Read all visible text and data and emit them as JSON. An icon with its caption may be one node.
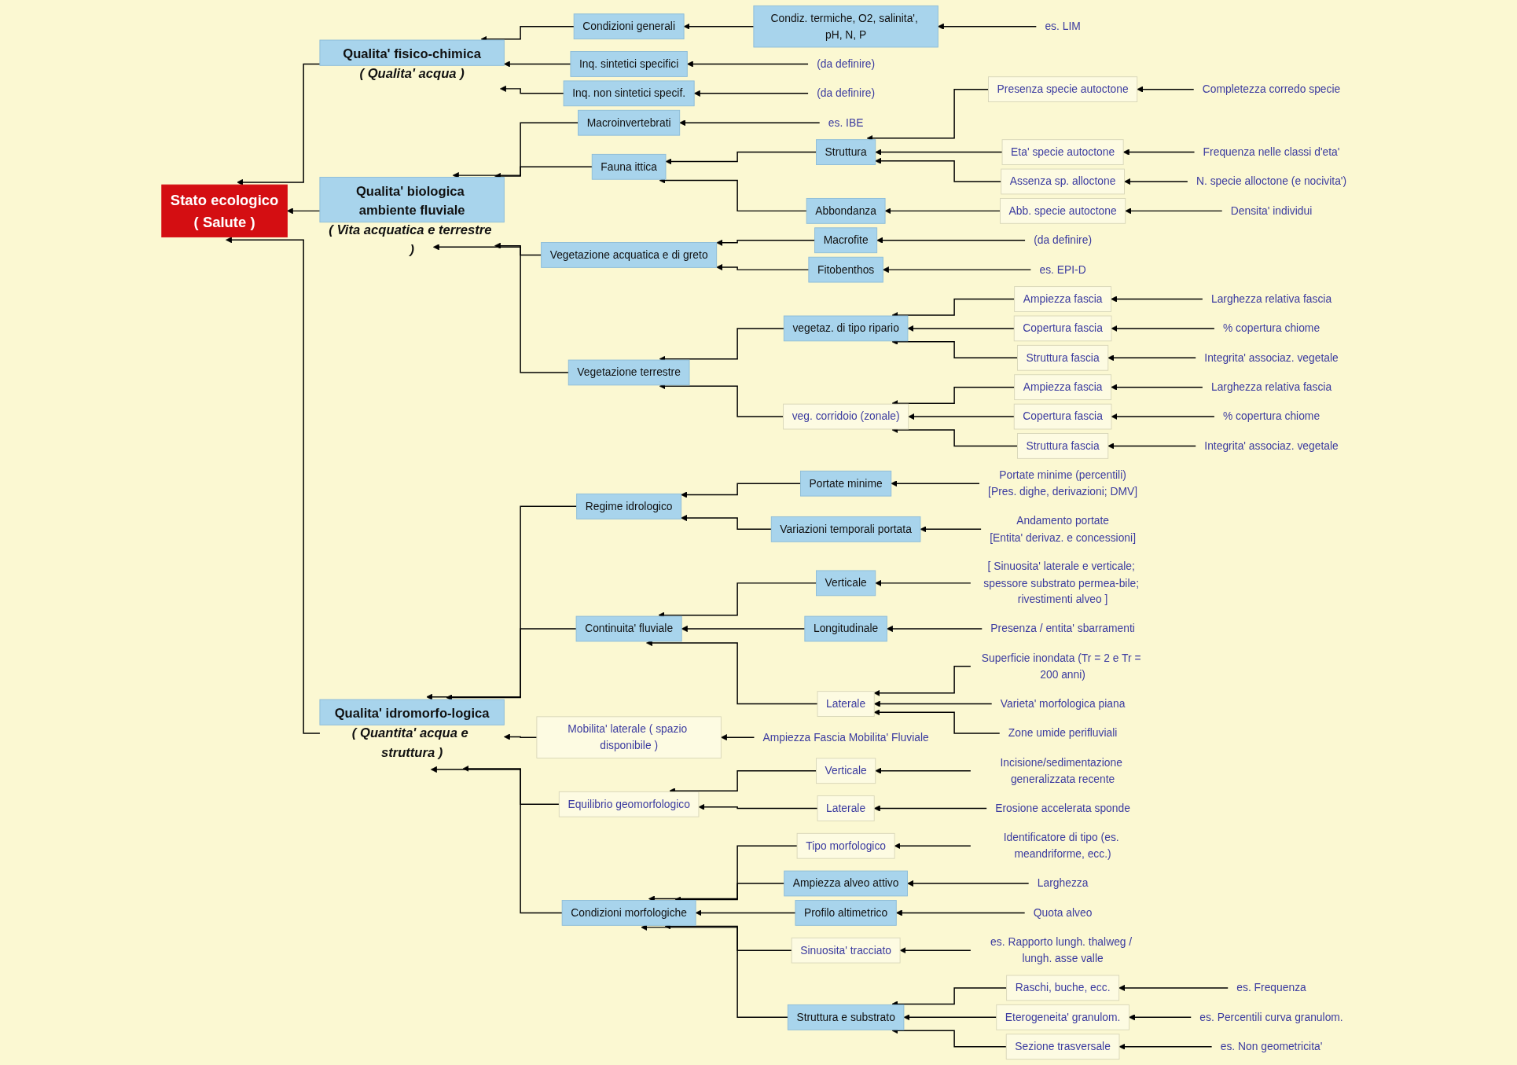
{
  "diagram": {
    "nodes": [
      {
        "text": [
          "Stato ecologico",
          "( Salute )"
        ]
      },
      {
        "text": [
          "Qualita' fisico-chimica"
        ],
        "beside": [
          "( Qualita' acqua )"
        ]
      },
      {
        "text": [
          "Condizioni generali"
        ]
      },
      {
        "text": [
          "Inq. sintetici specifici"
        ]
      },
      {
        "text": [
          "Inq. non sintetici specif."
        ]
      },
      {
        "text": [
          "Condiz. termiche, O2, salinita', pH, N, P"
        ]
      },
      {
        "text": [
          "es. LIM"
        ]
      },
      {
        "text": [
          "(da definire)"
        ]
      },
      {
        "text": [
          "(da definire)"
        ]
      },
      {
        "text": [
          "Qualita' biologica ambiente fluviale"
        ],
        "beside": [
          "( Vita acquatica e terrestre )"
        ]
      },
      {
        "text": [
          "Macroinvertebrati"
        ]
      },
      {
        "text": [
          "es. IBE"
        ]
      },
      {
        "text": [
          "Fauna ittica"
        ]
      },
      {
        "text": [
          "Struttura"
        ]
      },
      {
        "text": [
          "Abbondanza"
        ]
      },
      {
        "text": [
          "Presenza specie autoctone"
        ]
      },
      {
        "text": [
          "Eta' specie autoctone"
        ]
      },
      {
        "text": [
          "Assenza sp. alloctone"
        ]
      },
      {
        "text": [
          "Abb. specie autoctone"
        ]
      },
      {
        "text": [
          "Completezza corredo specie"
        ]
      },
      {
        "text": [
          "Frequenza nelle classi d'eta'"
        ]
      },
      {
        "text": [
          "N. specie alloctone (e nocivita')"
        ]
      },
      {
        "text": [
          "Densita' individui"
        ]
      },
      {
        "text": [
          "Vegetazione acquatica e di greto"
        ]
      },
      {
        "text": [
          "Macrofite"
        ]
      },
      {
        "text": [
          "Fitobenthos"
        ]
      },
      {
        "text": [
          "(da definire)"
        ]
      },
      {
        "text": [
          "es. EPI-D"
        ]
      },
      {
        "text": [
          "Vegetazione terrestre"
        ]
      },
      {
        "text": [
          "vegetaz. di tipo ripario"
        ]
      },
      {
        "text": [
          "veg. corridoio (zonale)"
        ]
      },
      {
        "text": [
          "Ampiezza fascia"
        ]
      },
      {
        "text": [
          "Copertura fascia"
        ]
      },
      {
        "text": [
          "Struttura fascia"
        ]
      },
      {
        "text": [
          "Ampiezza fascia"
        ]
      },
      {
        "text": [
          "Copertura fascia"
        ]
      },
      {
        "text": [
          "Struttura fascia"
        ]
      },
      {
        "text": [
          "Larghezza relativa fascia"
        ]
      },
      {
        "text": [
          "% copertura chiome"
        ]
      },
      {
        "text": [
          "Integrita' associaz. vegetale"
        ]
      },
      {
        "text": [
          "Larghezza relativa fascia"
        ]
      },
      {
        "text": [
          "% copertura chiome"
        ]
      },
      {
        "text": [
          "Integrita' associaz. vegetale"
        ]
      },
      {
        "text": [
          "Qualita' idromorfo-logica"
        ],
        "beside": [
          "( Quantita' acqua e struttura )"
        ]
      },
      {
        "text": [
          "Regime idrologico"
        ]
      },
      {
        "text": [
          "Portate minime"
        ]
      },
      {
        "text": [
          "Variazioni temporali portata"
        ]
      },
      {
        "text": [
          "Portate minime (percentili)",
          "[Pres. dighe, derivazioni; DMV]"
        ]
      },
      {
        "text": [
          "Andamento portate",
          "[Entita' derivaz. e concessioni]"
        ]
      },
      {
        "text": [
          "Continuita' fluviale"
        ]
      },
      {
        "text": [
          "Verticale"
        ]
      },
      {
        "text": [
          "Longitudinale"
        ]
      },
      {
        "text": [
          "Laterale"
        ]
      },
      {
        "text": [
          "[ Sinuosita' laterale e verticale; spessore substrato permea-bile; rivestimenti alveo ]"
        ]
      },
      {
        "text": [
          "Presenza / entita' sbarramenti"
        ]
      },
      {
        "text": [
          "Superficie inondata (Tr = 2 e Tr = 200 anni)"
        ]
      },
      {
        "text": [
          "Varieta' morfologica piana"
        ]
      },
      {
        "text": [
          "Zone umide perifluviali"
        ]
      },
      {
        "text": [
          "Mobilita' laterale ( spazio disponibile )"
        ]
      },
      {
        "text": [
          "Ampiezza Fascia Mobilita' Fluviale"
        ]
      },
      {
        "text": [
          "Equilibrio geomorfologico"
        ]
      },
      {
        "text": [
          "Verticale"
        ]
      },
      {
        "text": [
          "Laterale"
        ]
      },
      {
        "text": [
          "Incisione/sedimentazione generalizzata recente"
        ]
      },
      {
        "text": [
          "Erosione accelerata sponde"
        ]
      },
      {
        "text": [
          "Condizioni morfologiche"
        ]
      },
      {
        "text": [
          "Tipo morfologico"
        ]
      },
      {
        "text": [
          "Ampiezza alveo attivo"
        ]
      },
      {
        "text": [
          "Profilo altimetrico"
        ]
      },
      {
        "text": [
          "Sinuosita' tracciato"
        ]
      },
      {
        "text": [
          "Struttura e substrato"
        ]
      },
      {
        "text": [
          "Identificatore di tipo (es. meandriforme, ecc.)"
        ]
      },
      {
        "text": [
          "Larghezza"
        ]
      },
      {
        "text": [
          "Quota alveo"
        ]
      },
      {
        "text": [
          "es. Rapporto lungh. thalweg / lungh. asse valle"
        ]
      },
      {
        "text": [
          "Raschi, buche, ecc."
        ]
      },
      {
        "text": [
          "Eterogeneita' granulom."
        ]
      },
      {
        "text": [
          "Sezione trasversale"
        ]
      },
      {
        "text": [
          "es. Frequenza"
        ]
      },
      {
        "text": [
          "es. Percentili curva granulom."
        ]
      },
      {
        "text": [
          "es. Non geometricita'"
        ]
      }
    ],
    "edges": [
      {
        "from": 1,
        "to": 0,
        "arrow": "to"
      },
      {
        "from": 9,
        "to": 0,
        "arrow": "to"
      },
      {
        "from": 43,
        "to": 0,
        "arrow": "to"
      },
      {
        "from": 2,
        "to": 1,
        "arrow": "to"
      },
      {
        "from": 3,
        "to": 1,
        "arrow": "to"
      },
      {
        "from": 4,
        "to": 1,
        "arrow": "to"
      },
      {
        "from": 5,
        "to": 2,
        "arrow": "to"
      },
      {
        "from": 6,
        "to": 5,
        "arrow": "to"
      },
      {
        "from": 7,
        "to": 3,
        "arrow": "to"
      },
      {
        "from": 8,
        "to": 4,
        "arrow": "to"
      },
      {
        "from": 10,
        "to": 9,
        "arrow": "to"
      },
      {
        "from": 12,
        "to": 9,
        "arrow": "to"
      },
      {
        "from": 23,
        "to": 9,
        "arrow": "to"
      },
      {
        "from": 28,
        "to": 9,
        "arrow": "to"
      },
      {
        "from": 11,
        "to": 10,
        "arrow": "to"
      },
      {
        "from": 13,
        "to": 12,
        "arrow": "to"
      },
      {
        "from": 14,
        "to": 12,
        "arrow": "to"
      },
      {
        "from": 15,
        "to": 13,
        "arrow": "to"
      },
      {
        "from": 16,
        "to": 13,
        "arrow": "to"
      },
      {
        "from": 17,
        "to": 13,
        "arrow": "to"
      },
      {
        "from": 18,
        "to": 14,
        "arrow": "to"
      },
      {
        "from": 19,
        "to": 15,
        "arrow": "to"
      },
      {
        "from": 20,
        "to": 16,
        "arrow": "to"
      },
      {
        "from": 21,
        "to": 17,
        "arrow": "to"
      },
      {
        "from": 22,
        "to": 18,
        "arrow": "to"
      },
      {
        "from": 24,
        "to": 23,
        "arrow": "to"
      },
      {
        "from": 25,
        "to": 23,
        "arrow": "to"
      },
      {
        "from": 26,
        "to": 24,
        "arrow": "to"
      },
      {
        "from": 27,
        "to": 25,
        "arrow": "to"
      },
      {
        "from": 29,
        "to": 28,
        "arrow": "to"
      },
      {
        "from": 30,
        "to": 28,
        "arrow": "to"
      },
      {
        "from": 31,
        "to": 29,
        "arrow": "to"
      },
      {
        "from": 32,
        "to": 29,
        "arrow": "to"
      },
      {
        "from": 33,
        "to": 29,
        "arrow": "to"
      },
      {
        "from": 34,
        "to": 30,
        "arrow": "to"
      },
      {
        "from": 35,
        "to": 30,
        "arrow": "to"
      },
      {
        "from": 36,
        "to": 30,
        "arrow": "to"
      },
      {
        "from": 37,
        "to": 31,
        "arrow": "to"
      },
      {
        "from": 38,
        "to": 32,
        "arrow": "to"
      },
      {
        "from": 39,
        "to": 33,
        "arrow": "to"
      },
      {
        "from": 40,
        "to": 34,
        "arrow": "to"
      },
      {
        "from": 41,
        "to": 35,
        "arrow": "to"
      },
      {
        "from": 42,
        "to": 36,
        "arrow": "to"
      },
      {
        "from": 44,
        "to": 43,
        "arrow": "to"
      },
      {
        "from": 49,
        "to": 43,
        "arrow": "to"
      },
      {
        "from": 58,
        "to": 43,
        "arrow": "to"
      },
      {
        "from": 60,
        "to": 43,
        "arrow": "to"
      },
      {
        "from": 65,
        "to": 43,
        "arrow": "to"
      },
      {
        "from": 45,
        "to": 44,
        "arrow": "to"
      },
      {
        "from": 46,
        "to": 44,
        "arrow": "to"
      },
      {
        "from": 47,
        "to": 45,
        "arrow": "to"
      },
      {
        "from": 48,
        "to": 46,
        "arrow": "to"
      },
      {
        "from": 50,
        "to": 49,
        "arrow": "to"
      },
      {
        "from": 51,
        "to": 49,
        "arrow": "to"
      },
      {
        "from": 52,
        "to": 49,
        "arrow": "to"
      },
      {
        "from": 53,
        "to": 50,
        "arrow": "to"
      },
      {
        "from": 54,
        "to": 51,
        "arrow": "to"
      },
      {
        "from": 55,
        "to": 52,
        "arrow": "to"
      },
      {
        "from": 56,
        "to": 52,
        "arrow": "to"
      },
      {
        "from": 57,
        "to": 52,
        "arrow": "to"
      },
      {
        "from": 59,
        "to": 58,
        "arrow": "to"
      },
      {
        "from": 61,
        "to": 60,
        "arrow": "to"
      },
      {
        "from": 62,
        "to": 60,
        "arrow": "to"
      },
      {
        "from": 63,
        "to": 61,
        "arrow": "to"
      },
      {
        "from": 64,
        "to": 62,
        "arrow": "to"
      },
      {
        "from": 66,
        "to": 65,
        "arrow": "to"
      },
      {
        "from": 67,
        "to": 65,
        "arrow": "to"
      },
      {
        "from": 68,
        "to": 65,
        "arrow": "to"
      },
      {
        "from": 69,
        "to": 65,
        "arrow": "to"
      },
      {
        "from": 70,
        "to": 65,
        "arrow": "to"
      },
      {
        "from": 71,
        "to": 66,
        "arrow": "to"
      },
      {
        "from": 72,
        "to": 67,
        "arrow": "to"
      },
      {
        "from": 73,
        "to": 68,
        "arrow": "to"
      },
      {
        "from": 74,
        "to": 69,
        "arrow": "to"
      },
      {
        "from": 75,
        "to": 70,
        "arrow": "to"
      },
      {
        "from": 76,
        "to": 70,
        "arrow": "to"
      },
      {
        "from": 77,
        "to": 70,
        "arrow": "to"
      },
      {
        "from": 78,
        "to": 75,
        "arrow": "to"
      },
      {
        "from": 79,
        "to": 76,
        "arrow": "to"
      },
      {
        "from": 80,
        "to": 77,
        "arrow": "to"
      }
    ]
  }
}
